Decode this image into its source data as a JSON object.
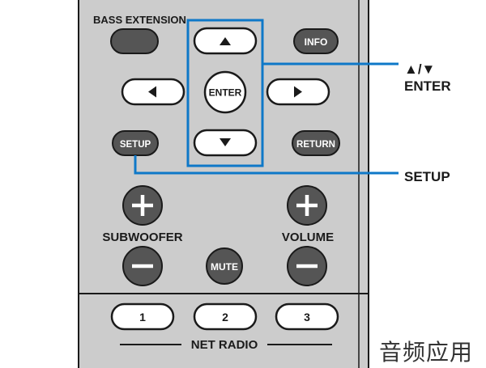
{
  "remote": {
    "bass_extension_label": "BASS EXTENSION",
    "info_label": "INFO",
    "enter_label": "ENTER",
    "setup_label": "SETUP",
    "return_label": "RETURN",
    "subwoofer_label": "SUBWOOFER",
    "volume_label": "VOLUME",
    "mute_label": "MUTE",
    "plus_symbol": "+",
    "minus_symbol": "−",
    "preset_buttons": [
      "1",
      "2",
      "3"
    ],
    "net_radio_label": "NET RADIO"
  },
  "callouts": {
    "updown_label": "▲/▼",
    "enter_label": "ENTER",
    "setup_label": "SETUP"
  },
  "icons": {
    "up": "triangle-up-icon",
    "down": "triangle-down-icon",
    "left": "triangle-left-icon",
    "right": "triangle-right-icon"
  },
  "colors": {
    "panel": "#cccccc",
    "button_dark": "#555555",
    "button_light": "#ffffff",
    "highlight": "#0e78c8",
    "ink": "#1a1a1a"
  },
  "watermark": "音频应用"
}
